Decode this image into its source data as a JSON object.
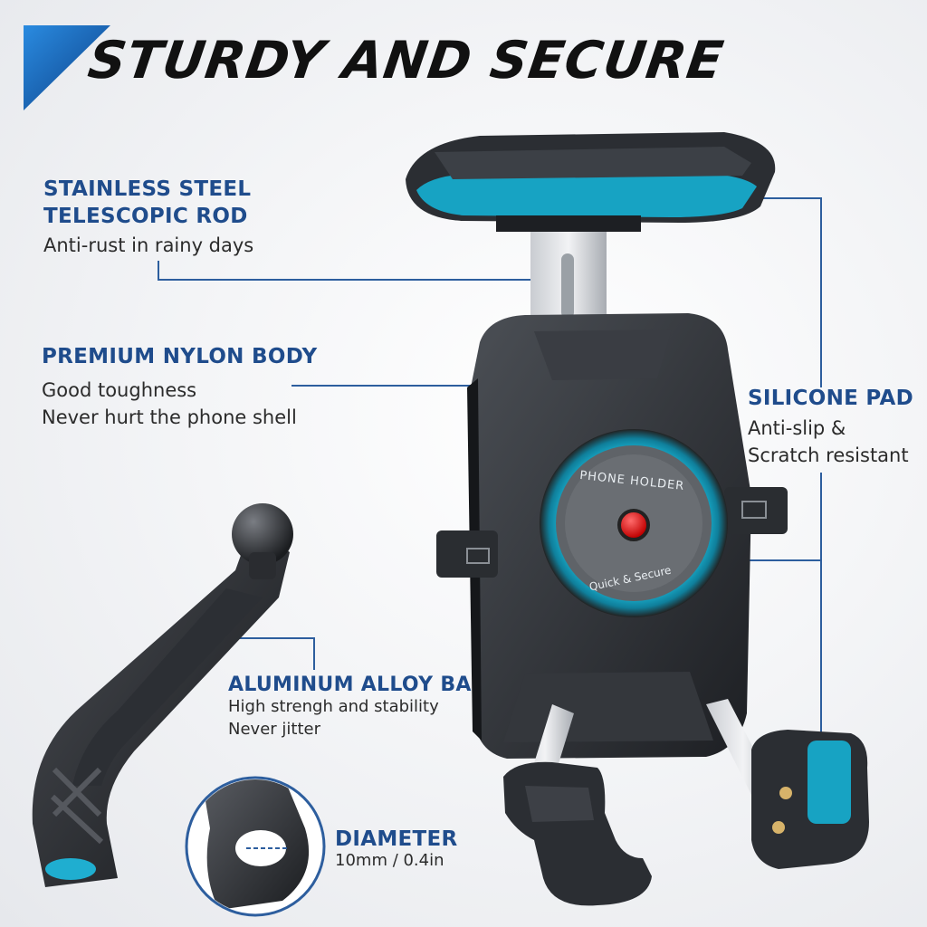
{
  "title": "STURDY AND SECURE",
  "colors": {
    "accent": "#1f4c8c",
    "teal": "#19a9c6",
    "body": "#2b2e33",
    "corner": "#1565b8"
  },
  "icons": [
    "corner-triangle-icon",
    "phone-holder-icon",
    "handlebar-arm-icon",
    "mount-clamp-icon"
  ],
  "callouts": {
    "rod": {
      "title_line1": "STAINLESS STEEL",
      "title_line2": "TELESCOPIC ROD",
      "desc": "Anti-rust in rainy days"
    },
    "body": {
      "title": "PREMIUM NYLON BODY",
      "desc_line1": "Good toughness",
      "desc_line2": "Never hurt the phone shell"
    },
    "pad": {
      "title": "SILICONE PAD",
      "desc_line1": "Anti-slip &",
      "desc_line2": "Scratch resistant"
    },
    "base": {
      "title": "ALUMINUM ALLOY BASE",
      "desc_line1": "High strengh and stability",
      "desc_line2": "Never jitter"
    },
    "diameter": {
      "title": "DIAMETER",
      "desc": "10mm / 0.4in"
    }
  },
  "holder": {
    "ring_top": "PHONE HOLDER",
    "ring_bottom": "Quick & Secure"
  }
}
